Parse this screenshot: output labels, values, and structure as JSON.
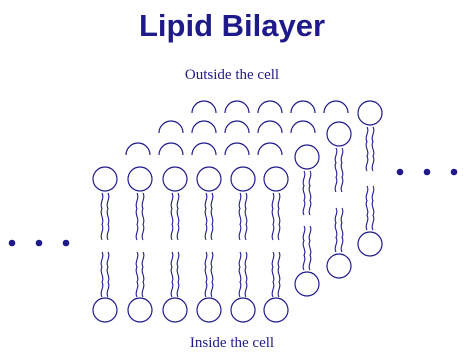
{
  "title": "Lipid Bilayer",
  "labels": {
    "outside": "Outside the cell",
    "inside": "Inside the cell"
  },
  "colors": {
    "ink": "#1f1a8a",
    "background": "#ffffff"
  },
  "continuation_marks": {
    "left": "• • •",
    "right": "• • •"
  }
}
